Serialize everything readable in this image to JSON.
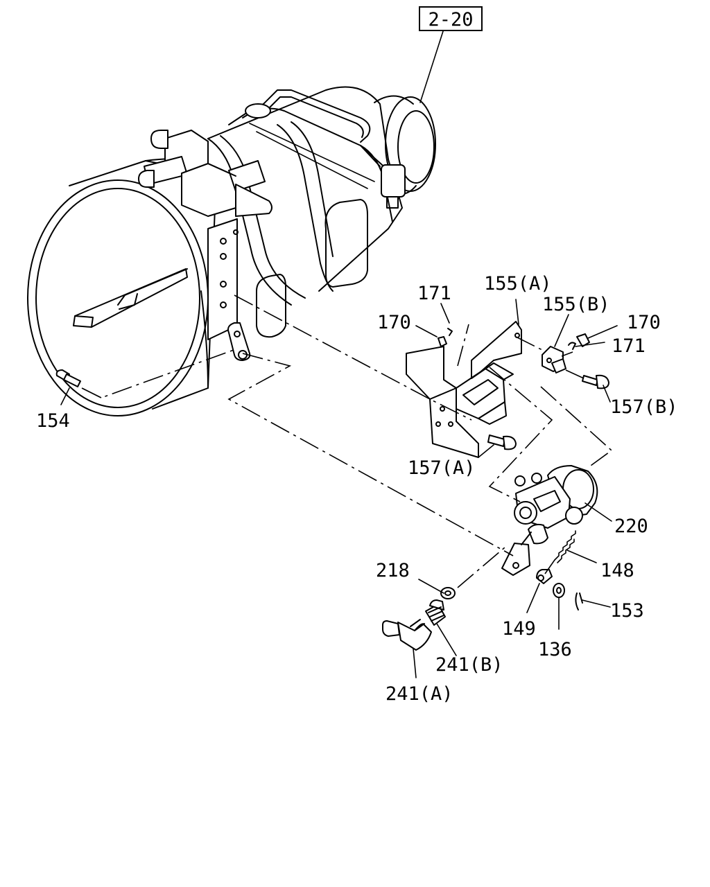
{
  "reference": {
    "text": "2-20"
  },
  "parts": [
    {
      "id": "p154",
      "label": "154"
    },
    {
      "id": "p171a",
      "label": "171"
    },
    {
      "id": "p170a",
      "label": "170"
    },
    {
      "id": "p155a",
      "label": "155(A)"
    },
    {
      "id": "p155b",
      "label": "155(B)"
    },
    {
      "id": "p170b",
      "label": "170"
    },
    {
      "id": "p171b",
      "label": "171"
    },
    {
      "id": "p157b",
      "label": "157(B)"
    },
    {
      "id": "p157a",
      "label": "157(A)"
    },
    {
      "id": "p220",
      "label": "220"
    },
    {
      "id": "p148",
      "label": "148"
    },
    {
      "id": "p218",
      "label": "218"
    },
    {
      "id": "p153",
      "label": "153"
    },
    {
      "id": "p149",
      "label": "149"
    },
    {
      "id": "p136",
      "label": "136"
    },
    {
      "id": "p241b",
      "label": "241(B)"
    },
    {
      "id": "p241a",
      "label": "241(A)"
    }
  ]
}
